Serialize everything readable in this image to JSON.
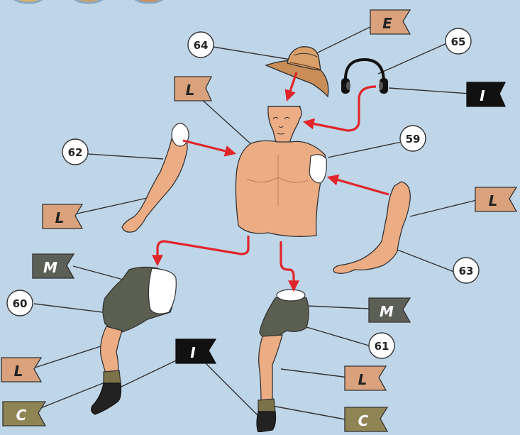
{
  "background": "#bfd5e8",
  "colors": {
    "skin": "#ecad85",
    "skin_shadow": "#d2906b",
    "shorts": "#5a5f50",
    "boot": "#222222",
    "sock": "#7b7249",
    "hat": "#c98e58",
    "arrow": "#e0262b",
    "leader": "#333333",
    "flag_L": "#d9a27c",
    "flag_E": "#d9a27c",
    "flag_M": "#5c5f56",
    "flag_I": "#111111",
    "flag_C": "#8f8454"
  },
  "part_numbers": {
    "hat": "64",
    "headphones": "65",
    "left_arm": "62",
    "torso_shoulder": "59",
    "right_arm": "63",
    "left_leg": "60",
    "right_leg": "61"
  },
  "flags": {
    "hat_color": "E",
    "torso_color": "L",
    "headphones_color": "I",
    "left_arm_color": "L",
    "right_arm_color": "L",
    "left_shorts_color": "M",
    "right_shorts_color": "M",
    "left_leg_color": "L",
    "right_leg_color": "L",
    "boots_color": "I",
    "left_sock_color": "C",
    "right_sock_color": "C"
  }
}
